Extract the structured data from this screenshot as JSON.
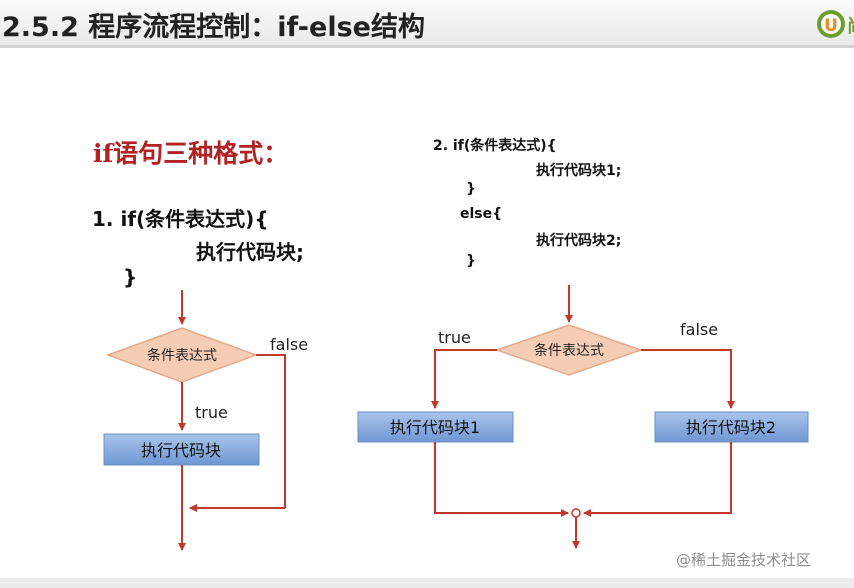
{
  "header": {
    "title": "2.5.2 程序流程控制：if-else结构",
    "logo_letter": "U",
    "logo_side_char": "尚"
  },
  "subtitle": "if语句三种格式：",
  "format1": {
    "line1": "1.  if(条件表达式){",
    "line2": "执行代码块;",
    "line3": "}"
  },
  "format2": {
    "line1": "2.  if(条件表达式){",
    "line2": "执行代码块1;",
    "line3": "}",
    "line4": "else{",
    "line5": "执行代码块2;",
    "line6": "}"
  },
  "flow1": {
    "condition": "条件表达式",
    "true_label": "true",
    "false_label": "false",
    "block": "执行代码块"
  },
  "flow2": {
    "condition": "条件表达式",
    "true_label": "true",
    "false_label": "false",
    "block1": "执行代码块1",
    "block2": "执行代码块2"
  },
  "watermark": "@稀土掘金技术社区",
  "colors": {
    "arrow": "#c0392b",
    "diamond_fill": "#f5cdb5",
    "diamond_stroke": "#e3a98a",
    "box_fill_top": "#a9c4ea",
    "box_fill_bottom": "#6f97d3",
    "subtitle": "#b22222",
    "logo_green": "#6b9e2e",
    "logo_orange": "#f08a1c"
  }
}
